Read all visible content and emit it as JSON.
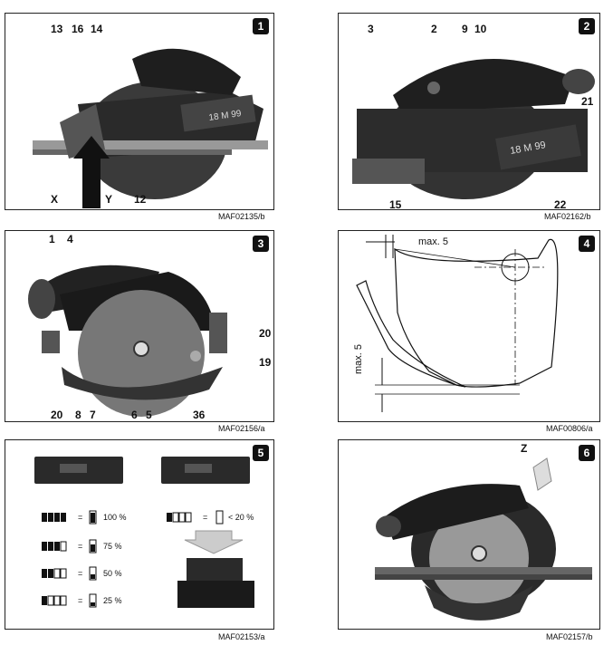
{
  "panels": [
    {
      "number": "1",
      "ref": "MAF02135/b",
      "labels": [
        "13",
        "16",
        "14",
        "X",
        "Y",
        "12"
      ]
    },
    {
      "number": "2",
      "ref": "MAF02162/b",
      "labels": [
        "3",
        "2",
        "9",
        "10",
        "21",
        "15",
        "22"
      ]
    },
    {
      "number": "3",
      "ref": "MAF02156/a",
      "labels": [
        "1",
        "4",
        "20",
        "19",
        "20",
        "8",
        "7",
        "6",
        "5",
        "36"
      ]
    },
    {
      "number": "4",
      "ref": "MAF00806/a",
      "labels": [
        "max. 5",
        "max. 5"
      ]
    },
    {
      "number": "5",
      "ref": "MAF02153/a",
      "battery_levels": [
        {
          "symbol": "=",
          "value": "100 %"
        },
        {
          "symbol": "=",
          "value": "75 %"
        },
        {
          "symbol": "=",
          "value": "50 %"
        },
        {
          "symbol": "=",
          "value": "25 %"
        },
        {
          "symbol": "=",
          "value": "< 20 %"
        }
      ]
    },
    {
      "number": "6",
      "ref": "MAF02157/b",
      "labels": [
        "Z"
      ]
    }
  ],
  "product_text": {
    "model_1": "18 M 99",
    "model_2": "18 M 99"
  }
}
